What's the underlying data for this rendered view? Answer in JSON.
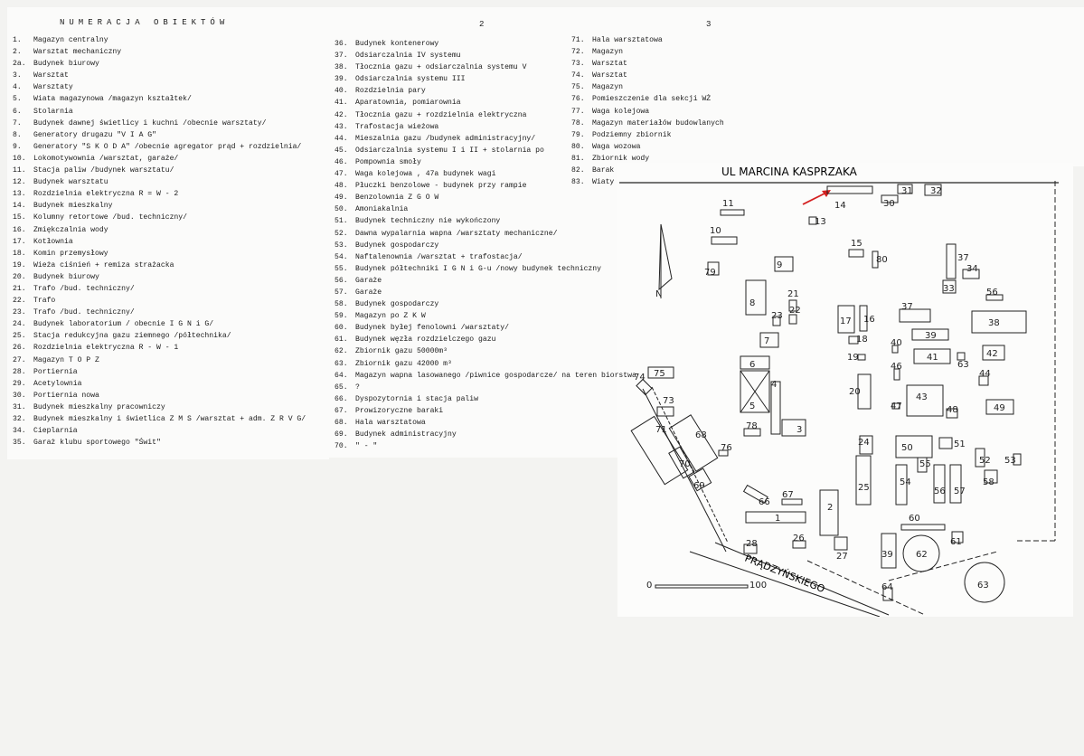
{
  "header": {
    "title": "NUMERACJA OBIEKTÓW",
    "page2": "2",
    "page3": "3"
  },
  "legend": {
    "col1": [
      {
        "n": "1.",
        "t": "Magazyn centralny"
      },
      {
        "n": "2.",
        "t": "Warsztat mechaniczny"
      },
      {
        "n": "2a.",
        "t": "Budynek biurowy"
      },
      {
        "n": "3.",
        "t": "Warsztat"
      },
      {
        "n": "4.",
        "t": "Warsztaty"
      },
      {
        "n": "5.",
        "t": "Wiata magazynowa /magazyn kształtek/"
      },
      {
        "n": "6.",
        "t": "Stolarnia"
      },
      {
        "n": "7.",
        "t": "Budynek dawnej świetlicy i kuchni /obecnie warsztaty/"
      },
      {
        "n": "8.",
        "t": "Generatory drugazu \"V I A G\""
      },
      {
        "n": "9.",
        "t": "Generatory \"S K O D A\" /obecnie agregator prąd + rozdzielnia/"
      },
      {
        "n": "10.",
        "t": "Lokomotywownia /warsztat, garaże/"
      },
      {
        "n": "11.",
        "t": "Stacja paliw /budynek warsztatu/"
      },
      {
        "n": "12.",
        "t": "Budynek warsztatu"
      },
      {
        "n": "13.",
        "t": "Rozdzielnia elektryczna R = W - 2"
      },
      {
        "n": "14.",
        "t": "Budynek mieszkalny"
      },
      {
        "n": "15.",
        "t": "Kolumny retortowe /bud. techniczny/"
      },
      {
        "n": "16.",
        "t": "Zmiękczalnia wody"
      },
      {
        "n": "17.",
        "t": "Kotłownia"
      },
      {
        "n": "18.",
        "t": "Komin przemysłowy"
      },
      {
        "n": "19.",
        "t": "Wieża ciśnień + remiza strażacka"
      },
      {
        "n": "20.",
        "t": "Budynek biurowy"
      },
      {
        "n": "21.",
        "t": "Trafo /bud. techniczny/"
      },
      {
        "n": "22.",
        "t": "Trafo"
      },
      {
        "n": "23.",
        "t": "Trafo /bud. techniczny/"
      },
      {
        "n": "24.",
        "t": "Budynek laboratorium / obecnie I G N i G/"
      },
      {
        "n": "25.",
        "t": "Stacja redukcyjna gazu ziemnego /półtechnika/"
      },
      {
        "n": "26.",
        "t": "Rozdzielnia elektryczna R - W - 1"
      },
      {
        "n": "27.",
        "t": "Magazyn T O P Z"
      },
      {
        "n": "28.",
        "t": "Portiernia"
      },
      {
        "n": "29.",
        "t": "Acetylownia"
      },
      {
        "n": "30.",
        "t": "Portiernia nowa"
      },
      {
        "n": "31.",
        "t": "Budynek mieszkalny pracowniczy"
      },
      {
        "n": "32.",
        "t": "Budynek mieszkalny i świetlica Z M S /warsztat + adm. Z R V G/"
      },
      {
        "n": "34.",
        "t": "Cieplarnia"
      },
      {
        "n": "35.",
        "t": "Garaż klubu sportowego \"Świt\""
      }
    ],
    "col2": [
      {
        "n": "36.",
        "t": "Budynek kontenerowy"
      },
      {
        "n": "37.",
        "t": "Odsiarczalnia IV systemu"
      },
      {
        "n": "38.",
        "t": "Tłocznia gazu + odsiarczalnia systemu V"
      },
      {
        "n": "39.",
        "t": "Odsiarczalnia systemu III"
      },
      {
        "n": "40.",
        "t": "Rozdzielnia pary"
      },
      {
        "n": "41.",
        "t": "Aparatownia, pomiarownia"
      },
      {
        "n": "42.",
        "t": "Tłocznia gazu + rozdzielnia elektryczna"
      },
      {
        "n": "43.",
        "t": "Trafostacja wieżowa"
      },
      {
        "n": "44.",
        "t": "Mieszalnia gazu /budynek administracyjny/"
      },
      {
        "n": "45.",
        "t": "Odsiarczalnia systemu I i II + stolarnia po"
      },
      {
        "n": "46.",
        "t": "Pompownia smoły"
      },
      {
        "n": "47.",
        "t": "Waga kolejowa , 47a budynek wagi"
      },
      {
        "n": "48.",
        "t": "Płuczki benzolowe - budynek przy rampie"
      },
      {
        "n": "49.",
        "t": "Benzolownia Z G O W"
      },
      {
        "n": "50.",
        "t": "Amoniakalnia"
      },
      {
        "n": "51.",
        "t": "Budynek techniczny nie wykończony"
      },
      {
        "n": "52.",
        "t": "Dawna wypalarnia wapna /warsztaty mechaniczne/"
      },
      {
        "n": "53.",
        "t": "Budynek gospodarczy"
      },
      {
        "n": "54.",
        "t": "Naftalenownia /warsztat + trafostacja/"
      },
      {
        "n": "55.",
        "t": "Budynek półtechniki I G N i G-u /nowy budynek techniczny"
      },
      {
        "n": "56.",
        "t": "Garaże"
      },
      {
        "n": "57.",
        "t": "Garaże"
      },
      {
        "n": "58.",
        "t": "Budynek gospodarczy"
      },
      {
        "n": "59.",
        "t": "Magazyn po Z K W"
      },
      {
        "n": "60.",
        "t": "Budynek byłej fenolowni /warsztaty/"
      },
      {
        "n": "61.",
        "t": "Budynek węzła rozdzielczego gazu"
      },
      {
        "n": "62.",
        "t": "Zbiornik gazu 50000m³"
      },
      {
        "n": "63.",
        "t": "Zbiornik gazu 42000 m³"
      },
      {
        "n": "64.",
        "t": "Magazyn wapna lasowanego /piwnice gospodarcze/ na teren biorstwa"
      },
      {
        "n": "65.",
        "t": "?"
      },
      {
        "n": "66.",
        "t": "Dyspozytornia i stacja paliw"
      },
      {
        "n": "67.",
        "t": "Prowizoryczne baraki"
      },
      {
        "n": "68.",
        "t": "Hala warsztatowa"
      },
      {
        "n": "69.",
        "t": "Budynek administracyjny"
      },
      {
        "n": "70.",
        "t": "\"          -          \""
      }
    ],
    "col3": [
      {
        "n": "71.",
        "t": "Hala warsztatowa"
      },
      {
        "n": "72.",
        "t": "Magazyn"
      },
      {
        "n": "73.",
        "t": "Warsztat"
      },
      {
        "n": "74.",
        "t": "Warsztat"
      },
      {
        "n": "75.",
        "t": "Magazyn"
      },
      {
        "n": "76.",
        "t": "Pomieszczenie dla sekcji WŻ"
      },
      {
        "n": "77.",
        "t": "Waga kolejowa"
      },
      {
        "n": "78.",
        "t": "Magazyn materiałów budowlanych"
      },
      {
        "n": "79.",
        "t": "Podziemny zbiornik"
      },
      {
        "n": "80.",
        "t": "Waga wozowa"
      },
      {
        "n": "81.",
        "t": "Zbiornik wody"
      },
      {
        "n": "82.",
        "t": "Barak"
      },
      {
        "n": "83.",
        "t": "Wiaty"
      }
    ]
  },
  "map": {
    "street_top": "UL MARCINA KASPRZAKA",
    "street_bottom": "PRĄDZYŃSKIEGO",
    "north": "N",
    "scale": {
      "start": "0",
      "end": "100"
    },
    "highlight_color": "#d42020",
    "buildings": [
      {
        "id": "1",
        "label": "1"
      },
      {
        "id": "2",
        "label": "2"
      },
      {
        "id": "3",
        "label": "3"
      },
      {
        "id": "4",
        "label": "4"
      },
      {
        "id": "5",
        "label": "5"
      },
      {
        "id": "6",
        "label": "6"
      },
      {
        "id": "7",
        "label": "7"
      },
      {
        "id": "8",
        "label": "8"
      },
      {
        "id": "9",
        "label": "9"
      },
      {
        "id": "10",
        "label": "10"
      },
      {
        "id": "11",
        "label": "11"
      },
      {
        "id": "13",
        "label": "13"
      },
      {
        "id": "14",
        "label": "14"
      },
      {
        "id": "15",
        "label": "15"
      },
      {
        "id": "16",
        "label": "16"
      },
      {
        "id": "17",
        "label": "17"
      },
      {
        "id": "18",
        "label": "18"
      },
      {
        "id": "19",
        "label": "19"
      },
      {
        "id": "20",
        "label": "20"
      },
      {
        "id": "21",
        "label": "21"
      },
      {
        "id": "22",
        "label": "22"
      },
      {
        "id": "23",
        "label": "23"
      },
      {
        "id": "24",
        "label": "24"
      },
      {
        "id": "25",
        "label": "25"
      },
      {
        "id": "26",
        "label": "26"
      },
      {
        "id": "27",
        "label": "27"
      },
      {
        "id": "28",
        "label": "28"
      },
      {
        "id": "30",
        "label": "30"
      },
      {
        "id": "31",
        "label": "31"
      },
      {
        "id": "32",
        "label": "32"
      },
      {
        "id": "33",
        "label": "33"
      },
      {
        "id": "34",
        "label": "34"
      },
      {
        "id": "37a",
        "label": "37"
      },
      {
        "id": "37b",
        "label": "37"
      },
      {
        "id": "38",
        "label": "38"
      },
      {
        "id": "39a",
        "label": "39"
      },
      {
        "id": "39b",
        "label": "39"
      },
      {
        "id": "40",
        "label": "40"
      },
      {
        "id": "41",
        "label": "41"
      },
      {
        "id": "42",
        "label": "42"
      },
      {
        "id": "43",
        "label": "43"
      },
      {
        "id": "44",
        "label": "44"
      },
      {
        "id": "46",
        "label": "46"
      },
      {
        "id": "47",
        "label": "47"
      },
      {
        "id": "48",
        "label": "48"
      },
      {
        "id": "49",
        "label": "49"
      },
      {
        "id": "50",
        "label": "50"
      },
      {
        "id": "51",
        "label": "51"
      },
      {
        "id": "52",
        "label": "52"
      },
      {
        "id": "53",
        "label": "53"
      },
      {
        "id": "54",
        "label": "54"
      },
      {
        "id": "55",
        "label": "55"
      },
      {
        "id": "56a",
        "label": "56"
      },
      {
        "id": "56b",
        "label": "56"
      },
      {
        "id": "57",
        "label": "57"
      },
      {
        "id": "58",
        "label": "58"
      },
      {
        "id": "60",
        "label": "60"
      },
      {
        "id": "61",
        "label": "61"
      },
      {
        "id": "62",
        "label": "62"
      },
      {
        "id": "63a",
        "label": "63"
      },
      {
        "id": "63b",
        "label": "63"
      },
      {
        "id": "64",
        "label": "64"
      },
      {
        "id": "66",
        "label": "66"
      },
      {
        "id": "67",
        "label": "67"
      },
      {
        "id": "68",
        "label": "68"
      },
      {
        "id": "69",
        "label": "69"
      },
      {
        "id": "70",
        "label": "70"
      },
      {
        "id": "71",
        "label": "71"
      },
      {
        "id": "73",
        "label": "73"
      },
      {
        "id": "74",
        "label": "74"
      },
      {
        "id": "75",
        "label": "75"
      },
      {
        "id": "76",
        "label": "76"
      },
      {
        "id": "78",
        "label": "78"
      },
      {
        "id": "79",
        "label": "79"
      },
      {
        "id": "80",
        "label": "80"
      }
    ]
  }
}
